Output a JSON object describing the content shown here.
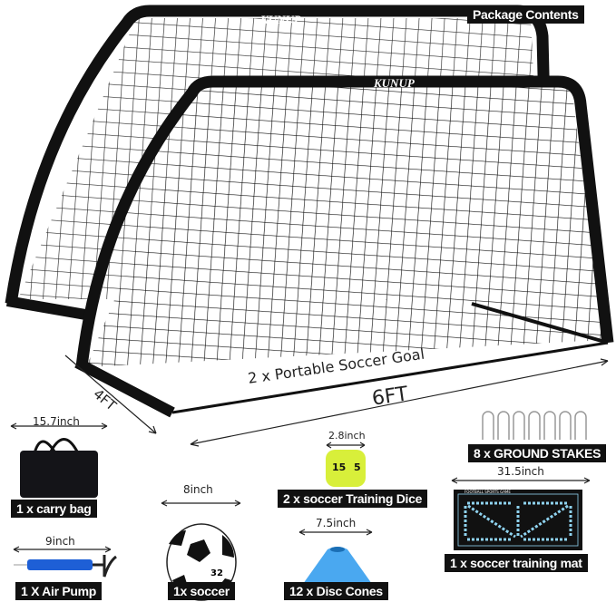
{
  "brand": "KUNUP",
  "header": {
    "title": "Package Contents"
  },
  "goal": {
    "label": "2 x Portable Soccer Goal",
    "width": "6FT",
    "depth": "4FT"
  },
  "items": {
    "stakes": {
      "label": "8 x GROUND STAKES"
    },
    "bag": {
      "size": "15.7inch",
      "label": "1 x carry bag"
    },
    "dice": {
      "size": "2.8inch",
      "label": "2 x soccer Training Dice",
      "faces": [
        "15",
        "5"
      ]
    },
    "ball": {
      "size": "8inch",
      "label": "1x soccer",
      "number": "32"
    },
    "cones": {
      "size": "7.5inch",
      "label": "12 x Disc Cones"
    },
    "mat": {
      "size": "31.5inch",
      "label": "1 x soccer training mat",
      "text": "FOOTBALL SPORTS GAME"
    },
    "pump": {
      "size": "9inch",
      "label": "1 X Air Pump"
    }
  },
  "colors": {
    "frame": "#111111",
    "dice": "#d8ef3a",
    "cone": "#4aa8f0",
    "mat_accent": "#8fd3f0"
  }
}
